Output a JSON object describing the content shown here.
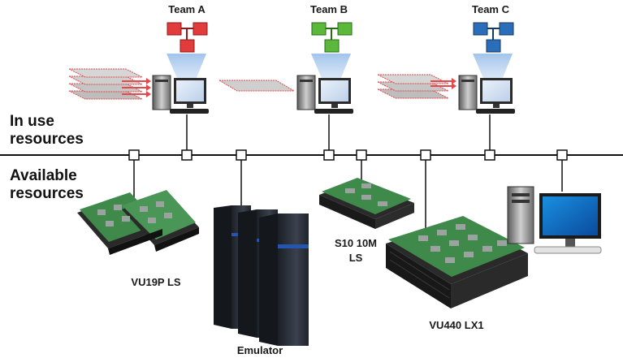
{
  "teams": [
    {
      "label": "Team A",
      "color": "#e23b3b"
    },
    {
      "label": "Team B",
      "color": "#5bb83a"
    },
    {
      "label": "Team C",
      "color": "#2a6db8"
    }
  ],
  "sections": {
    "in_use": [
      "In use",
      "resources"
    ],
    "available": [
      "Available",
      "resources"
    ]
  },
  "resources": {
    "vu19p": {
      "label": "VU19P LS"
    },
    "emulator": {
      "label": "Emulator"
    },
    "s10": {
      "label_lines": [
        "S10 10M",
        "LS"
      ]
    },
    "vu440": {
      "label": "VU440 LX1"
    }
  },
  "colors": {
    "bus": "#111111",
    "beam": "#8fb4e3",
    "board_green": "#3f8a4a",
    "board_dark": "#2a2a2a",
    "emulator_blue": "#2456b0",
    "sheet": "#bdbdbd",
    "sheet_edge": "#e04a4a"
  },
  "icons": [
    "hierarchy-icon",
    "desktop-computer-icon",
    "fpga-board-icon",
    "server-rack-icon",
    "network-node-icon"
  ]
}
